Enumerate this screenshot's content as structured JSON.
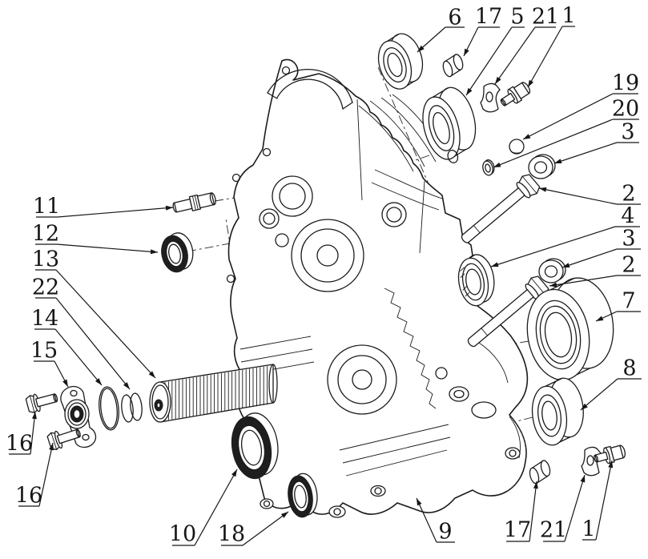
{
  "figure": {
    "kind": "exploded-parts-diagram",
    "subject": "engine crankcase half assembly",
    "background_color": "#ffffff",
    "line_color": "#1b1b1b",
    "part_numbers_visible": [
      "1",
      "2",
      "3",
      "4",
      "5",
      "6",
      "7",
      "8",
      "9",
      "10",
      "11",
      "12",
      "13",
      "14",
      "15",
      "16",
      "17",
      "18",
      "19",
      "20",
      "21",
      "22"
    ]
  },
  "callouts": [
    {
      "n": "6",
      "label": [
        568,
        22
      ],
      "underline": [
        556,
        580,
        34
      ],
      "leader": [
        [
          556,
          34
        ],
        [
          521,
          65
        ]
      ]
    },
    {
      "n": "17",
      "label": [
        610,
        21
      ],
      "underline": [
        597,
        624,
        34
      ],
      "leader": [
        [
          597,
          34
        ],
        [
          579,
          70
        ]
      ]
    },
    {
      "n": "5",
      "label": [
        646,
        21
      ],
      "underline": [
        639,
        655,
        34
      ],
      "leader": [
        [
          639,
          34
        ],
        [
          582,
          119
        ]
      ]
    },
    {
      "n": "21",
      "label": [
        681,
        21
      ],
      "underline": [
        668,
        694,
        34
      ],
      "leader": [
        [
          668,
          34
        ],
        [
          618,
          105
        ]
      ]
    },
    {
      "n": "1",
      "label": [
        710,
        20
      ],
      "underline": [
        702,
        718,
        33
      ],
      "leader": [
        [
          702,
          33
        ],
        [
          659,
          109
        ]
      ]
    },
    {
      "n": "19",
      "label": [
        781,
        104
      ],
      "underline": [
        765,
        797,
        117
      ],
      "leader": [
        [
          765,
          117
        ],
        [
          653,
          174
        ]
      ]
    },
    {
      "n": "20",
      "label": [
        781,
        136
      ],
      "underline": [
        765,
        798,
        149
      ],
      "leader": [
        [
          765,
          149
        ],
        [
          616,
          209
        ]
      ]
    },
    {
      "n": "3",
      "label": [
        784,
        165
      ],
      "underline": [
        770,
        798,
        178
      ],
      "leader": [
        [
          770,
          178
        ],
        [
          692,
          204
        ]
      ]
    },
    {
      "n": "2",
      "label": [
        785,
        242
      ],
      "underline": [
        770,
        800,
        255
      ],
      "leader": [
        [
          770,
          255
        ],
        [
          673,
          235
        ]
      ]
    },
    {
      "n": "4",
      "label": [
        784,
        270
      ],
      "underline": [
        768,
        799,
        283
      ],
      "leader": [
        [
          768,
          283
        ],
        [
          613,
          333
        ]
      ]
    },
    {
      "n": "3",
      "label": [
        785,
        298
      ],
      "underline": [
        770,
        800,
        311
      ],
      "leader": [
        [
          770,
          311
        ],
        [
          702,
          334
        ]
      ]
    },
    {
      "n": "2",
      "label": [
        785,
        331
      ],
      "underline": [
        770,
        800,
        344
      ],
      "leader": [
        [
          770,
          344
        ],
        [
          686,
          357
        ]
      ]
    },
    {
      "n": "7",
      "label": [
        785,
        376
      ],
      "underline": [
        770,
        800,
        389
      ],
      "leader": [
        [
          770,
          389
        ],
        [
          744,
          401
        ]
      ]
    },
    {
      "n": "8",
      "label": [
        786,
        460
      ],
      "underline": [
        771,
        801,
        473
      ],
      "leader": [
        [
          771,
          473
        ],
        [
          725,
          512
        ]
      ]
    },
    {
      "n": "9",
      "label": [
        556,
        664
      ],
      "underline": [
        545,
        568,
        677
      ],
      "leader": [
        [
          545,
          677
        ],
        [
          520,
          622
        ]
      ]
    },
    {
      "n": "17",
      "label": [
        646,
        662
      ],
      "underline": [
        632,
        661,
        676
      ],
      "leader": [
        [
          661,
          676
        ],
        [
          670,
          601
        ]
      ]
    },
    {
      "n": "21",
      "label": [
        691,
        662
      ],
      "underline": [
        678,
        705,
        676
      ],
      "leader": [
        [
          705,
          676
        ],
        [
          730,
          593
        ]
      ]
    },
    {
      "n": "1",
      "label": [
        735,
        661
      ],
      "underline": [
        727,
        744,
        674
      ],
      "leader": [
        [
          744,
          674
        ],
        [
          764,
          575
        ]
      ]
    },
    {
      "n": "10",
      "label": [
        228,
        667
      ],
      "underline": [
        215,
        243,
        681
      ],
      "leader": [
        [
          243,
          681
        ],
        [
          296,
          586
        ]
      ]
    },
    {
      "n": "18",
      "label": [
        289,
        667
      ],
      "underline": [
        276,
        303,
        681
      ],
      "leader": [
        [
          303,
          681
        ],
        [
          360,
          639
        ]
      ]
    },
    {
      "n": "11",
      "label": [
        58,
        258
      ],
      "underline": [
        45,
        72,
        271
      ],
      "leader": [
        [
          72,
          271
        ],
        [
          216,
          259
        ]
      ]
    },
    {
      "n": "12",
      "label": [
        57,
        292
      ],
      "underline": [
        44,
        71,
        305
      ],
      "leader": [
        [
          71,
          305
        ],
        [
          197,
          315
        ]
      ]
    },
    {
      "n": "13",
      "label": [
        57,
        324
      ],
      "underline": [
        44,
        70,
        337
      ],
      "leader": [
        [
          70,
          337
        ],
        [
          194,
          472
        ]
      ]
    },
    {
      "n": "22",
      "label": [
        57,
        359
      ],
      "underline": [
        44,
        70,
        372
      ],
      "leader": [
        [
          70,
          372
        ],
        [
          162,
          486
        ]
      ]
    },
    {
      "n": "14",
      "label": [
        56,
        398
      ],
      "underline": [
        43,
        69,
        411
      ],
      "leader": [
        [
          69,
          411
        ],
        [
          127,
          481
        ]
      ]
    },
    {
      "n": "15",
      "label": [
        55,
        438
      ],
      "underline": [
        42,
        68,
        451
      ],
      "leader": [
        [
          68,
          451
        ],
        [
          85,
          483
        ]
      ]
    },
    {
      "n": "16",
      "label": [
        24,
        554
      ],
      "underline": [
        11,
        38,
        567
      ],
      "leader": [
        [
          38,
          567
        ],
        [
          44,
          514
        ]
      ]
    },
    {
      "n": "16",
      "label": [
        36,
        619
      ],
      "underline": [
        23,
        49,
        632
      ],
      "leader": [
        [
          49,
          632
        ],
        [
          66,
          553
        ]
      ]
    }
  ]
}
